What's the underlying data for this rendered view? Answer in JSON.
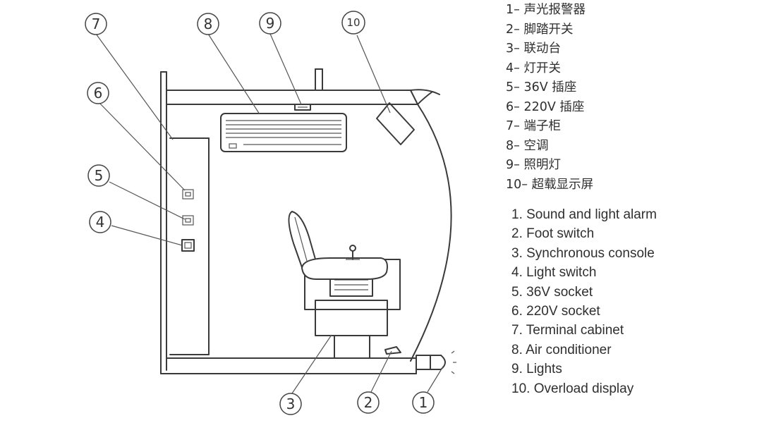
{
  "callouts": [
    "1",
    "2",
    "3",
    "4",
    "5",
    "6",
    "7",
    "8",
    "9",
    "10"
  ],
  "legend_cn": [
    "1– 声光报警器",
    "2– 脚踏开关",
    "3– 联动台",
    "4– 灯开关",
    "5– 36V 插座",
    "6– 220V 插座",
    "7– 端子柜",
    "8– 空调",
    "9– 照明灯",
    "10– 超载显示屏"
  ],
  "legend_en": [
    "1. Sound and light alarm",
    "2. Foot switch",
    "3. Synchronous console",
    "4. Light switch",
    "5. 36V socket",
    "6. 220V socket",
    "7. Terminal cabinet",
    "8. Air conditioner",
    "9. Lights",
    "10. Overload display"
  ]
}
